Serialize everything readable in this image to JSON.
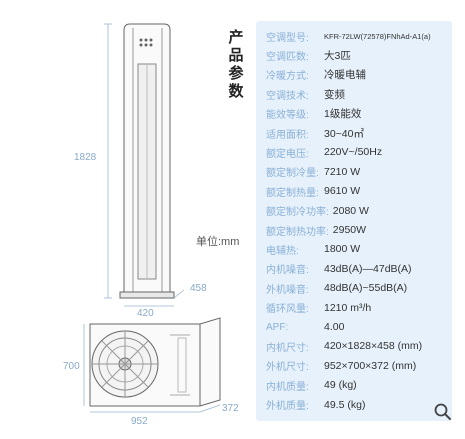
{
  "heading": "产品参数",
  "unit_label": "单位:mm",
  "dimensions": {
    "indoor_height": "1828",
    "indoor_depth": "458",
    "indoor_width": "420",
    "outdoor_height": "700",
    "outdoor_width": "952",
    "outdoor_depth": "372"
  },
  "specs": [
    {
      "label": "空调型号:",
      "value": "KFR-72LW(72578)FNhAd-A1(a)"
    },
    {
      "label": "空调匹数:",
      "value": "大3匹"
    },
    {
      "label": "冷暖方式:",
      "value": "冷暖电辅"
    },
    {
      "label": "空调技术:",
      "value": "变频"
    },
    {
      "label": "能效等级:",
      "value": "1级能效"
    },
    {
      "label": "适用面积:",
      "value": "30~40㎡"
    },
    {
      "label": "额定电压:",
      "value": "220V~/50Hz"
    },
    {
      "label": "额定制冷量:",
      "value": "7210 W"
    },
    {
      "label": "额定制热量:",
      "value": "9610 W"
    },
    {
      "label": "额定制冷功率:",
      "value": "2080 W"
    },
    {
      "label": "额定制热功率:",
      "value": "2950W"
    },
    {
      "label": "电辅热:",
      "value": "1800 W"
    },
    {
      "label": "内机噪音:",
      "value": "43dB(A)—47dB(A)"
    },
    {
      "label": "外机噪音:",
      "value": "48dB(A)~55dB(A)"
    },
    {
      "label": "循环风量:",
      "value": "1210 m³/h"
    },
    {
      "label": "APF:",
      "value": "4.00"
    },
    {
      "label": "内机尺寸:",
      "value": "420×1828×458 (mm)"
    },
    {
      "label": "外机尺寸:",
      "value": "952×700×372 (mm)"
    },
    {
      "label": "内机质量:",
      "value": "49 (kg)"
    },
    {
      "label": "外机质量:",
      "value": "49.5 (kg)"
    }
  ],
  "icons": {
    "search": "search-icon"
  },
  "colors": {
    "panel_bg": "#e6f1fb",
    "label": "#8ab0d6",
    "dimension": "#8aa9c8"
  }
}
